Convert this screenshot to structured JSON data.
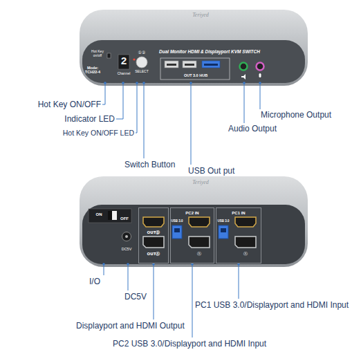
{
  "diagram": {
    "nodes": [
      {
        "text": [
          "Teriyed",
          "Hot Key on/off",
          "2",
          "Channel",
          "①②",
          "SELECT",
          "Mode: TCH22-4",
          "Dual Monitor HDMI & Displayport KVM SWITCH",
          "OUT 3.0 HUB"
        ]
      },
      {
        "text": [
          "Teriyed",
          "ON",
          "OFF",
          "DC5V"
        ]
      },
      {
        "text": [
          "OUTⒷ",
          "OUTⒶ"
        ],
        "in": 1
      },
      {
        "text": [
          "PC2 IN",
          "USB 3.0",
          "Ⓐ"
        ],
        "in": 1
      },
      {
        "text": [
          "PC1 IN",
          "USB 3.0",
          "Ⓐ"
        ],
        "in": 1
      }
    ],
    "labels": [
      "Hot Key ON/OFF",
      "Indicator LED",
      "Hot Key ON/OFF LED",
      "Switch Button",
      "USB Out put",
      "Audio Output",
      "Microphone Output",
      "I/O",
      "DC5V",
      "Displayport and HDMI Output",
      "PC2 USB 3.0/Displayport and HDMI Input",
      "PC1 USB 3.0/Displayport and HDMI Input"
    ]
  }
}
